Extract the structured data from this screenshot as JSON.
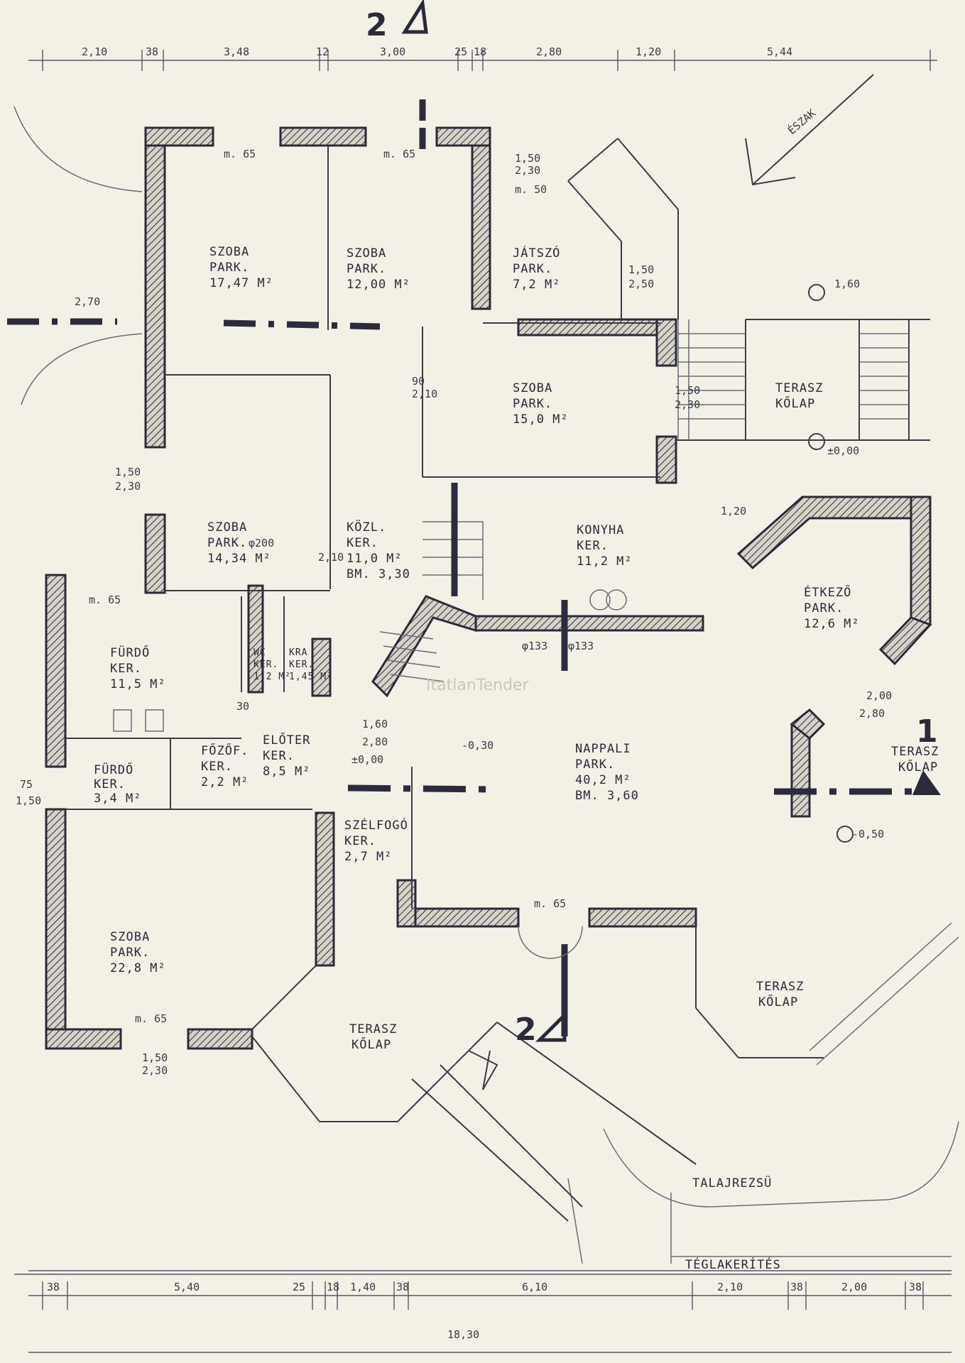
{
  "rooms": [
    {
      "lines": [
        "SZOBA",
        "PARK.",
        "17,47 M²"
      ]
    },
    {
      "lines": [
        "SZOBA",
        "PARK.",
        "12,00 M²"
      ]
    },
    {
      "lines": [
        "JÁTSZÓ",
        "PARK.",
        "7,2 M²"
      ]
    },
    {
      "lines": [
        "SZOBA",
        "PARK.",
        "15,0 M²"
      ]
    },
    {
      "lines": [
        "TERASZ",
        "KŐLAP"
      ]
    },
    {
      "lines": [
        "SZOBA",
        "PARK.",
        "14,34 M²"
      ]
    },
    {
      "lines": [
        "KÖZL.",
        "KER.",
        "11,0 M²",
        "BM. 3,30"
      ]
    },
    {
      "lines": [
        "KONYHA",
        "KER.",
        "11,2 M²"
      ]
    },
    {
      "lines": [
        "ÉTKEZŐ",
        "PARK.",
        "12,6 M²"
      ]
    },
    {
      "lines": [
        "FÜRDŐ",
        "KER.",
        "11,5 M²"
      ]
    },
    {
      "lines": [
        "WC",
        "KER.",
        "1,2 M²"
      ]
    },
    {
      "lines": [
        "KRA",
        "KER.",
        "1,45 M²"
      ]
    },
    {
      "lines": [
        "FŐZŐF.",
        "KER.",
        "2,2 M²"
      ]
    },
    {
      "lines": [
        "ELŐTER",
        "KER.",
        "8,5 M²"
      ]
    },
    {
      "lines": [
        "FÜRDŐ",
        "KER.",
        "3,4 M²"
      ]
    },
    {
      "lines": [
        "NAPPALI",
        "PARK.",
        "40,2 M²",
        "BM. 3,60"
      ]
    },
    {
      "lines": [
        "TERASZ",
        "KŐLAP"
      ]
    },
    {
      "lines": [
        "SZÉLFOGÓ",
        "KER.",
        "2,7 M²"
      ]
    },
    {
      "lines": [
        "SZOBA",
        "PARK.",
        "22,8 M²"
      ]
    },
    {
      "lines": [
        "TERASZ",
        "KŐLAP"
      ]
    },
    {
      "lines": [
        "TERASZ",
        "KŐLAP"
      ]
    }
  ],
  "dims_top": [
    "2,10",
    "38",
    "3,48",
    "12",
    "3,00",
    "25",
    "18",
    "2,80",
    "1,20",
    "5,44"
  ],
  "dims_bottom": [
    "38",
    "5,40",
    "25",
    "18",
    "1,40",
    "38",
    "6,10",
    "2,10",
    "38",
    "2,00",
    "38"
  ],
  "total_width": "18,30",
  "notes": {
    "m65": "m. 65",
    "m50": "m. 50",
    "d150": "1,50",
    "d230": "2,30",
    "d250": "2,50",
    "d160": "1,60",
    "d270": "2,70",
    "d200": "2,00",
    "d280": "2,80",
    "d210": "2,10",
    "d075": "75",
    "d090": "90",
    "d120": "1,20",
    "d030": "30",
    "lvl0": "±0,00",
    "lvlm30": "-0,30",
    "lvlm50": "-0,50",
    "phi200": "φ200",
    "phi133": "φ133",
    "north": "ÉSZAK",
    "walkway": "TALAJREZSÜ",
    "fence": "TÉGLAKERÍTÉS",
    "watermark": "ItatlanTender"
  },
  "section_marks": [
    "2",
    "1",
    "2"
  ]
}
